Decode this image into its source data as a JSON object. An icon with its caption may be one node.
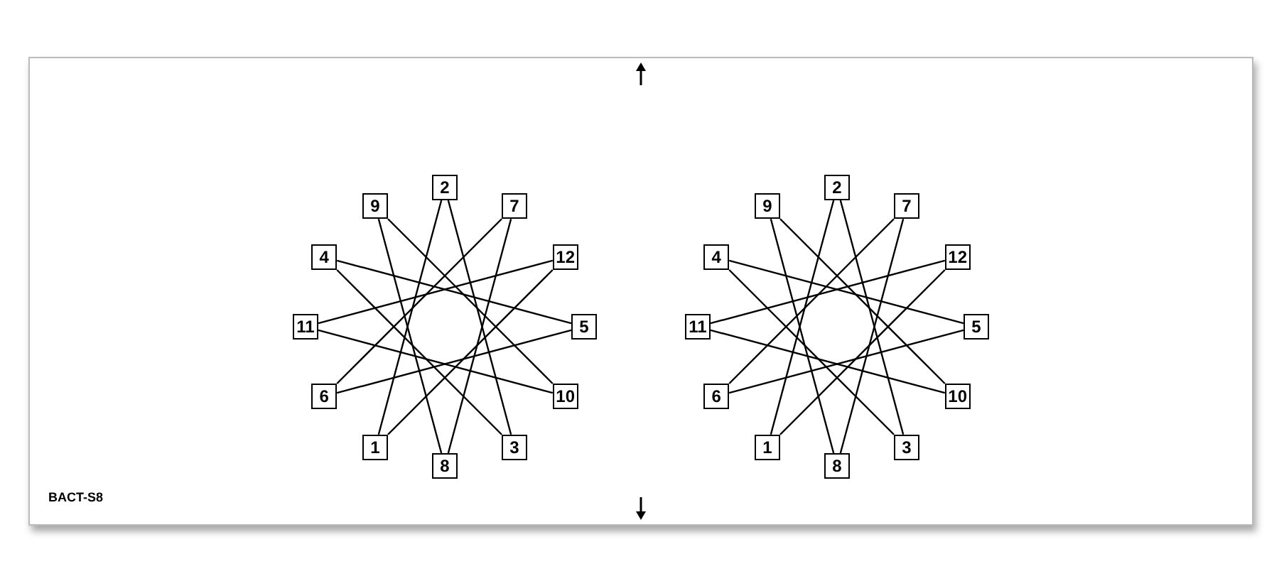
{
  "diagram": {
    "nodes": [
      {
        "text": [
          "1"
        ]
      },
      {
        "text": [
          "2"
        ]
      },
      {
        "text": [
          "3"
        ]
      },
      {
        "text": [
          "4"
        ]
      },
      {
        "text": [
          "5"
        ]
      },
      {
        "text": [
          "6"
        ]
      },
      {
        "text": [
          "7"
        ]
      },
      {
        "text": [
          "8"
        ]
      },
      {
        "text": [
          "9"
        ]
      },
      {
        "text": [
          "10"
        ]
      },
      {
        "text": [
          "11"
        ]
      },
      {
        "text": [
          "12"
        ]
      },
      {
        "text": [
          "1"
        ]
      },
      {
        "text": [
          "2"
        ]
      },
      {
        "text": [
          "3"
        ]
      },
      {
        "text": [
          "4"
        ]
      },
      {
        "text": [
          "5"
        ]
      },
      {
        "text": [
          "6"
        ]
      },
      {
        "text": [
          "7"
        ]
      },
      {
        "text": [
          "8"
        ]
      },
      {
        "text": [
          "9"
        ]
      },
      {
        "text": [
          "10"
        ]
      },
      {
        "text": [
          "11"
        ]
      },
      {
        "text": [
          "12"
        ]
      }
    ],
    "edges": [
      {
        "from": 0,
        "to": 1,
        "arrow": "none"
      },
      {
        "from": 1,
        "to": 2,
        "arrow": "none"
      },
      {
        "from": 2,
        "to": 3,
        "arrow": "none"
      },
      {
        "from": 3,
        "to": 4,
        "arrow": "none"
      },
      {
        "from": 4,
        "to": 5,
        "arrow": "none"
      },
      {
        "from": 5,
        "to": 6,
        "arrow": "none"
      },
      {
        "from": 6,
        "to": 7,
        "arrow": "none"
      },
      {
        "from": 7,
        "to": 8,
        "arrow": "none"
      },
      {
        "from": 8,
        "to": 9,
        "arrow": "none"
      },
      {
        "from": 9,
        "to": 10,
        "arrow": "none"
      },
      {
        "from": 10,
        "to": 11,
        "arrow": "none"
      },
      {
        "from": 11,
        "to": 0,
        "arrow": "none"
      },
      {
        "from": 12,
        "to": 13,
        "arrow": "none"
      },
      {
        "from": 13,
        "to": 14,
        "arrow": "none"
      },
      {
        "from": 14,
        "to": 15,
        "arrow": "none"
      },
      {
        "from": 15,
        "to": 16,
        "arrow": "none"
      },
      {
        "from": 16,
        "to": 17,
        "arrow": "none"
      },
      {
        "from": 17,
        "to": 18,
        "arrow": "none"
      },
      {
        "from": 18,
        "to": 19,
        "arrow": "none"
      },
      {
        "from": 19,
        "to": 20,
        "arrow": "none"
      },
      {
        "from": 20,
        "to": 21,
        "arrow": "none"
      },
      {
        "from": 21,
        "to": 22,
        "arrow": "none"
      },
      {
        "from": 22,
        "to": 23,
        "arrow": "none"
      },
      {
        "from": 23,
        "to": 12,
        "arrow": "none"
      }
    ],
    "labels": [
      "BACT-S8"
    ]
  }
}
